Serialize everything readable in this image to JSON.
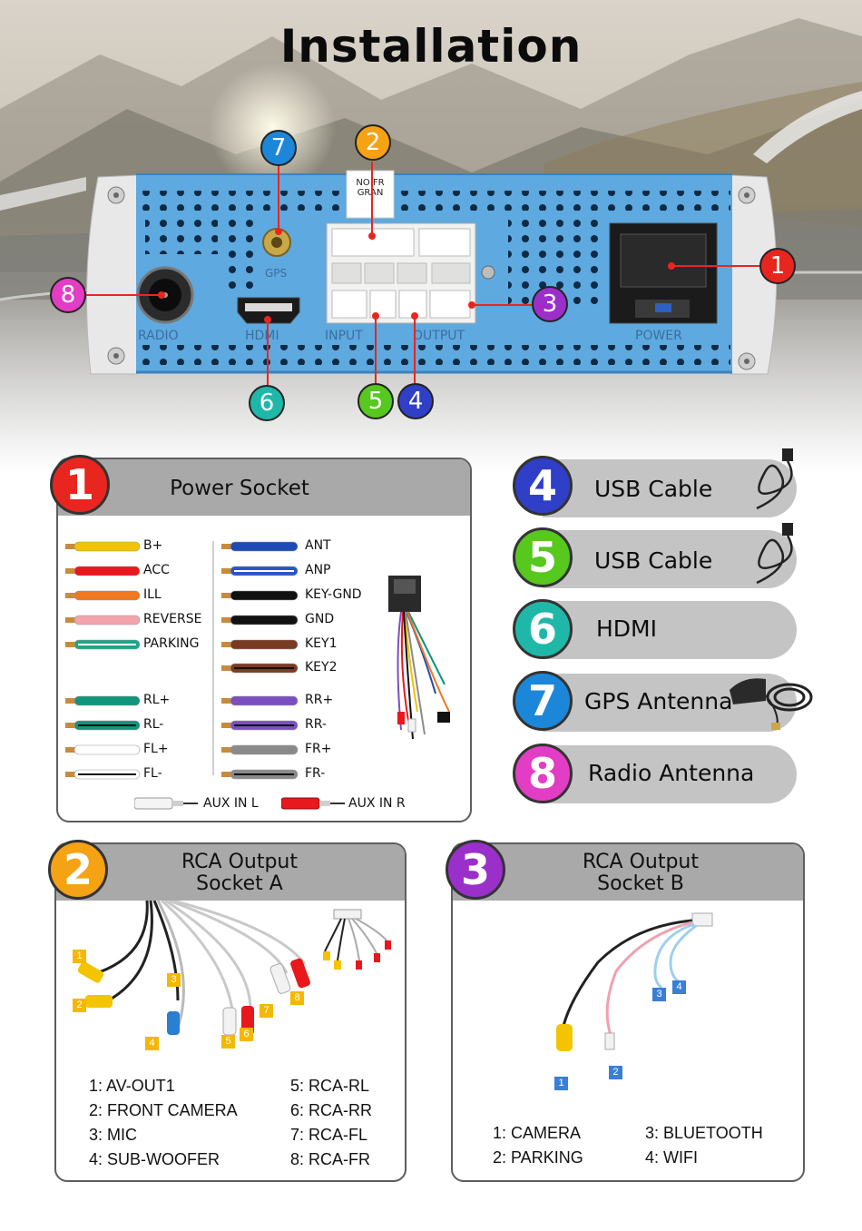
{
  "page": {
    "title": "Installation"
  },
  "colors": {
    "red": "#e8261f",
    "orange": "#f5a214",
    "purple": "#9b2fc9",
    "blue_dark": "#2f3fc8",
    "green": "#56c81e",
    "teal": "#1fb8a8",
    "blue": "#1c87d9",
    "magenta": "#e23dc4",
    "unit_blue": "#5ea9df",
    "panel_gray": "#a9a9a9"
  },
  "unit": {
    "labels": [
      "GPS",
      "RADIO",
      "HDMI",
      "INPUT",
      "OUTPUT",
      "POWER"
    ],
    "socket_sticker": "NO FR GRAN"
  },
  "callouts": [
    {
      "num": "1",
      "color": "#e8261f"
    },
    {
      "num": "2",
      "color": "#f5a214"
    },
    {
      "num": "3",
      "color": "#9b2fc9"
    },
    {
      "num": "4",
      "color": "#2f3fc8"
    },
    {
      "num": "5",
      "color": "#56c81e"
    },
    {
      "num": "6",
      "color": "#1fb8a8"
    },
    {
      "num": "7",
      "color": "#1c87d9"
    },
    {
      "num": "8",
      "color": "#e23dc4"
    }
  ],
  "power_socket": {
    "num": "1",
    "title": "Power Socket",
    "wires_left": [
      {
        "label": "B+",
        "color": "#f2c300",
        "stripe": ""
      },
      {
        "label": "ACC",
        "color": "#e8181c",
        "stripe": ""
      },
      {
        "label": "ILL",
        "color": "#f07820",
        "stripe": ""
      },
      {
        "label": "REVERSE",
        "color": "#f4a3ad",
        "stripe": ""
      },
      {
        "label": "PARKING",
        "color": "#1da58a",
        "stripe": "#ffffff"
      },
      {
        "label": "RL+",
        "color": "#12957a",
        "stripe": ""
      },
      {
        "label": "RL-",
        "color": "#12957a",
        "stripe": "#111111"
      },
      {
        "label": "FL+",
        "color": "#ffffff",
        "stripe": ""
      },
      {
        "label": "FL-",
        "color": "#ffffff",
        "stripe": "#111111"
      }
    ],
    "wires_right": [
      {
        "label": "ANT",
        "color": "#1f4bb4",
        "stripe": ""
      },
      {
        "label": "ANP",
        "color": "#2a55c8",
        "stripe": "#ffffff"
      },
      {
        "label": "KEY-GND",
        "color": "#111111",
        "stripe": ""
      },
      {
        "label": "GND",
        "color": "#111111",
        "stripe": ""
      },
      {
        "label": "KEY1",
        "color": "#7a3b22",
        "stripe": ""
      },
      {
        "label": "KEY2",
        "color": "#7a3b22",
        "stripe": "#111111"
      },
      {
        "label": "RR+",
        "color": "#7b4fc2",
        "stripe": ""
      },
      {
        "label": "RR-",
        "color": "#7b4fc2",
        "stripe": "#111111"
      },
      {
        "label": "FR+",
        "color": "#8a8a8a",
        "stripe": ""
      },
      {
        "label": "FR-",
        "color": "#8a8a8a",
        "stripe": "#111111"
      }
    ],
    "aux": [
      {
        "label": "AUX IN L",
        "color": "#ffffff"
      },
      {
        "label": "AUX IN R",
        "color": "#e8181c"
      }
    ]
  },
  "side_items": [
    {
      "num": "4",
      "label": "USB Cable",
      "color": "#2f3fc8",
      "icon": "usb-cable-icon"
    },
    {
      "num": "5",
      "label": "USB Cable",
      "color": "#56c81e",
      "icon": "usb-cable-icon"
    },
    {
      "num": "6",
      "label": "HDMI",
      "color": "#1fb8a8",
      "icon": ""
    },
    {
      "num": "7",
      "label": "GPS Antenna",
      "color": "#1c87d9",
      "icon": "gps-antenna-icon"
    },
    {
      "num": "8",
      "label": "Radio Antenna",
      "color": "#e23dc4",
      "icon": ""
    }
  ],
  "rca_a": {
    "num": "2",
    "title_line1": "RCA Output",
    "title_line2": "Socket A",
    "tags": [
      "1",
      "2",
      "3",
      "4",
      "5",
      "6",
      "7",
      "8"
    ],
    "items_left": [
      "1: AV-OUT1",
      "2: FRONT CAMERA",
      "3: MIC",
      "4: SUB-WOOFER"
    ],
    "items_right": [
      "5: RCA-RL",
      "6: RCA-RR",
      "7: RCA-FL",
      "8: RCA-FR"
    ]
  },
  "rca_b": {
    "num": "3",
    "title_line1": "RCA Output",
    "title_line2": "Socket B",
    "tags": [
      "1",
      "2",
      "3",
      "4"
    ],
    "items_left": [
      "1: CAMERA",
      "2: PARKING"
    ],
    "items_right": [
      "3: BLUETOOTH",
      "4: WIFI"
    ]
  }
}
